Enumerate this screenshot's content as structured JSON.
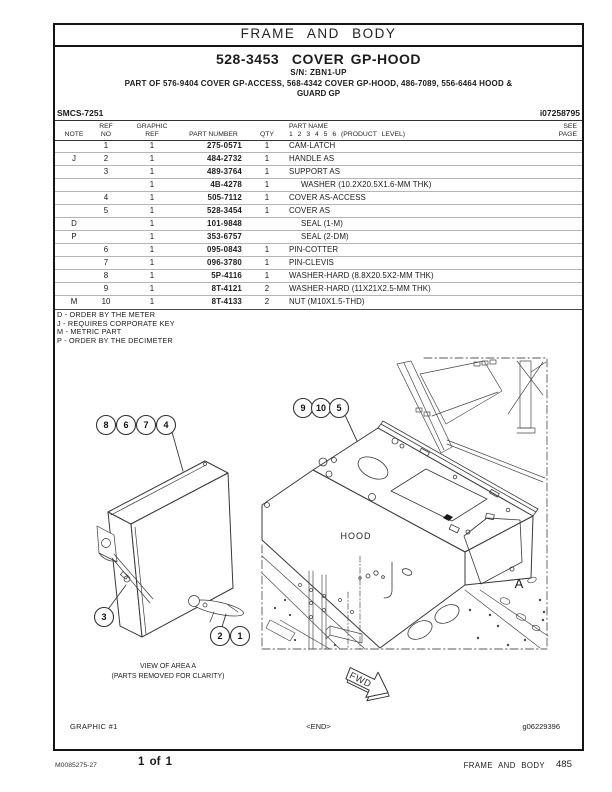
{
  "header": {
    "section_title": "FRAME AND BODY"
  },
  "title_block": {
    "part_title": "528-3453  COVER GP-HOOD",
    "serial_number": "S/N: ZBN1-UP",
    "part_of_line1": "PART OF 576-9404 COVER GP-ACCESS, 568-4342 COVER GP-HOOD, 486-7089, 556-6464 HOOD &",
    "part_of_line2": "GUARD GP",
    "smcs_code": "SMCS-7251",
    "doc_id": "i07258795"
  },
  "table": {
    "headers": {
      "note": "NOTE",
      "ref_line1": "REF",
      "ref_line2": "NO",
      "graphic_line1": "GRAPHIC",
      "graphic_line2": "REF",
      "part_number": "PART NUMBER",
      "qty": "QTY",
      "part_name_line1": "PART NAME",
      "part_name_line2": "1 2 3 4 5 6 (PRODUCT LEVEL)",
      "see_line1": "SEE",
      "see_line2": "PAGE"
    },
    "rows": [
      {
        "note": "",
        "ref": "1",
        "graphic": "1",
        "part_number": "275-0571",
        "qty": "1",
        "name": "CAM-LATCH",
        "indent": 0
      },
      {
        "note": "J",
        "ref": "2",
        "graphic": "1",
        "part_number": "484-2732",
        "qty": "1",
        "name": "HANDLE AS",
        "indent": 0
      },
      {
        "note": "",
        "ref": "3",
        "graphic": "1",
        "part_number": "489-3764",
        "qty": "1",
        "name": "SUPPORT AS",
        "indent": 0
      },
      {
        "note": "",
        "ref": "",
        "graphic": "1",
        "part_number": "4B-4278",
        "qty": "1",
        "name": "WASHER (10.2X20.5X1.6-MM THK)",
        "indent": 1
      },
      {
        "note": "",
        "ref": "4",
        "graphic": "1",
        "part_number": "505-7112",
        "qty": "1",
        "name": "COVER AS-ACCESS",
        "indent": 0
      },
      {
        "note": "",
        "ref": "5",
        "graphic": "1",
        "part_number": "528-3454",
        "qty": "1",
        "name": "COVER AS",
        "indent": 0
      },
      {
        "note": "D",
        "ref": "",
        "graphic": "1",
        "part_number": "101-9848",
        "qty": "",
        "name": "SEAL (1-M)",
        "indent": 1
      },
      {
        "note": "P",
        "ref": "",
        "graphic": "1",
        "part_number": "353-6757",
        "qty": "",
        "name": "SEAL (2-DM)",
        "indent": 1
      },
      {
        "note": "",
        "ref": "6",
        "graphic": "1",
        "part_number": "095-0843",
        "qty": "1",
        "name": "PIN-COTTER",
        "indent": 0
      },
      {
        "note": "",
        "ref": "7",
        "graphic": "1",
        "part_number": "096-3780",
        "qty": "1",
        "name": "PIN-CLEVIS",
        "indent": 0
      },
      {
        "note": "",
        "ref": "8",
        "graphic": "1",
        "part_number": "5P-4116",
        "qty": "1",
        "name": "WASHER-HARD (8.8X20.5X2-MM THK)",
        "indent": 0
      },
      {
        "note": "",
        "ref": "9",
        "graphic": "1",
        "part_number": "8T-4121",
        "qty": "2",
        "name": "WASHER-HARD (11X21X2.5-MM THK)",
        "indent": 0
      },
      {
        "note": "M",
        "ref": "10",
        "graphic": "1",
        "part_number": "8T-4133",
        "qty": "2",
        "name": "NUT (M10X1.5-THD)",
        "indent": 0
      }
    ]
  },
  "notes": [
    "D - ORDER BY THE METER",
    "J - REQUIRES CORPORATE KEY",
    "M - METRIC PART",
    "P - ORDER BY THE DECIMETER"
  ],
  "diagram": {
    "callouts": [
      "8",
      "6",
      "7",
      "4",
      "3",
      "2",
      "1",
      "9",
      "10",
      "5"
    ],
    "labels": {
      "hood": "HOOD",
      "area": "A",
      "fwd": "FWD",
      "caption_line1": "VIEW OF AREA A",
      "caption_line2": "(PARTS REMOVED FOR CLARITY)",
      "graphic_label": "GRAPHIC #1",
      "end_label": "<END>",
      "graphic_id": "g06229396"
    }
  },
  "footer": {
    "media_number": "M0085275-27",
    "page_indicator": "1 of 1",
    "section": "FRAME AND BODY",
    "page_number": "485"
  }
}
